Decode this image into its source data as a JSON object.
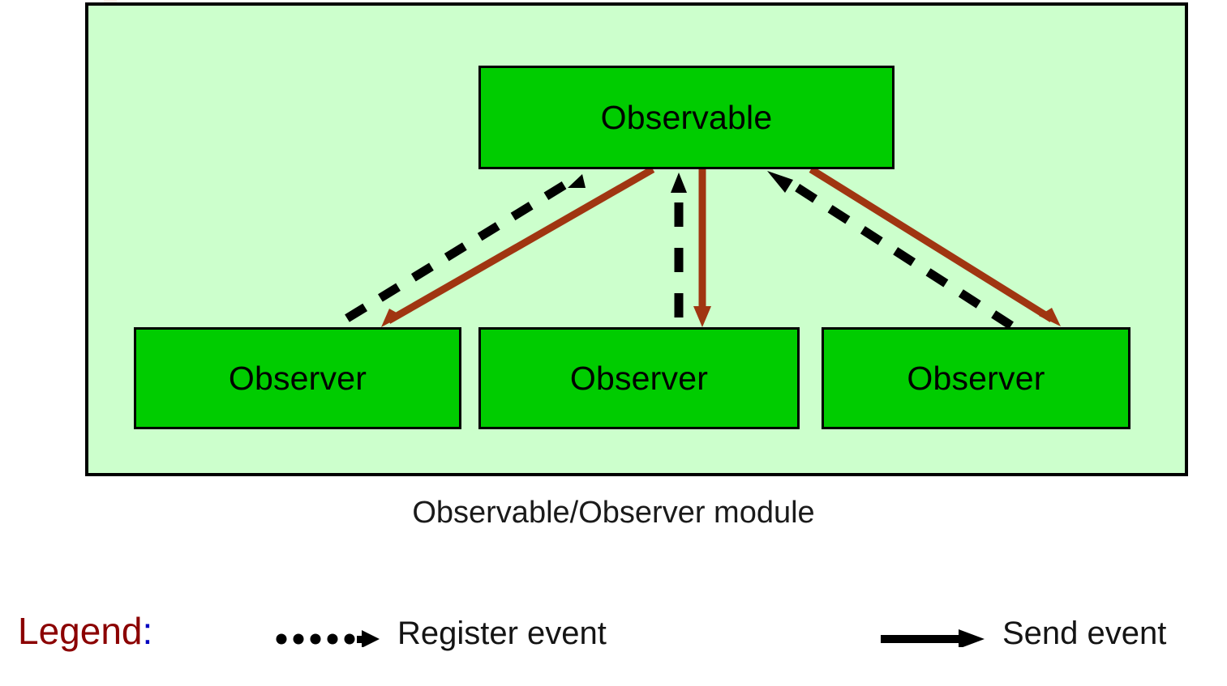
{
  "diagram": {
    "title": "Observable/Observer module",
    "panel": {
      "background_color": "#CCFFCC",
      "border_color": "#000000"
    },
    "nodes": [
      {
        "id": "observable",
        "label": "Observable",
        "role": "subject",
        "fill": "#00CC00"
      },
      {
        "id": "observer-1",
        "label": "Observer",
        "role": "listener",
        "fill": "#00CC00"
      },
      {
        "id": "observer-2",
        "label": "Observer",
        "role": "listener",
        "fill": "#00CC00"
      },
      {
        "id": "observer-3",
        "label": "Observer",
        "role": "listener",
        "fill": "#00CC00"
      }
    ],
    "edges": [
      {
        "from": "observer-1",
        "to": "observable",
        "kind": "register",
        "style": "dashed",
        "color": "#000000"
      },
      {
        "from": "observer-2",
        "to": "observable",
        "kind": "register",
        "style": "dashed",
        "color": "#000000"
      },
      {
        "from": "observer-3",
        "to": "observable",
        "kind": "register",
        "style": "dashed",
        "color": "#000000"
      },
      {
        "from": "observable",
        "to": "observer-1",
        "kind": "send",
        "style": "solid",
        "color": "#A03511"
      },
      {
        "from": "observable",
        "to": "observer-2",
        "kind": "send",
        "style": "solid",
        "color": "#A03511"
      },
      {
        "from": "observable",
        "to": "observer-3",
        "kind": "send",
        "style": "solid",
        "color": "#A03511"
      }
    ]
  },
  "legend": {
    "title": "Legend",
    "colon": ":",
    "title_color": "#8B0000",
    "colon_color": "#0000C0",
    "entries": [
      {
        "id": "register",
        "label": "Register event",
        "marker": "dotted-arrow-icon",
        "color": "#000000"
      },
      {
        "id": "send",
        "label": "Send event",
        "marker": "solid-arrow-icon",
        "color": "#000000"
      }
    ]
  }
}
